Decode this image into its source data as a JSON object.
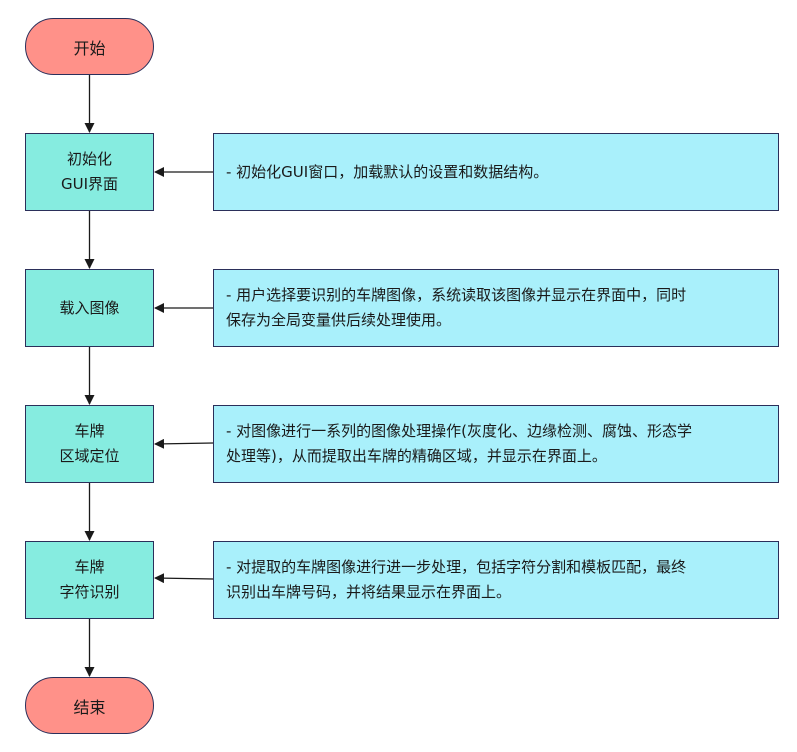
{
  "flowchart": {
    "start": {
      "label": "开始",
      "color": "#ff9189"
    },
    "end": {
      "label": "结束",
      "color": "#ff9189"
    },
    "steps": [
      {
        "line1": "初始化",
        "line2": "GUI界面",
        "note": "- 初始化GUI窗口，加载默认的设置和数据结构。"
      },
      {
        "line1": "载入图像",
        "line2": "",
        "note": "- 用户选择要识别的车牌图像，系统读取该图像并显示在界面中，同时\n  保存为全局变量供后续处理使用。"
      },
      {
        "line1": "车牌",
        "line2": "区域定位",
        "note": "- 对图像进行一系列的图像处理操作(灰度化、边缘检测、腐蚀、形态学\n  处理等)，从而提取出车牌的精确区域，并显示在界面上。"
      },
      {
        "line1": "车牌",
        "line2": "字符识别",
        "note": "- 对提取的车牌图像进行进一步处理，包括字符分割和模板匹配，最终\n  识别出车牌号码，并将结果显示在界面上。"
      }
    ],
    "colors": {
      "process": "#86ece0",
      "note": "#a9f0fb",
      "border": "#2b2f5a",
      "arrow": "#1a1a1a"
    }
  }
}
